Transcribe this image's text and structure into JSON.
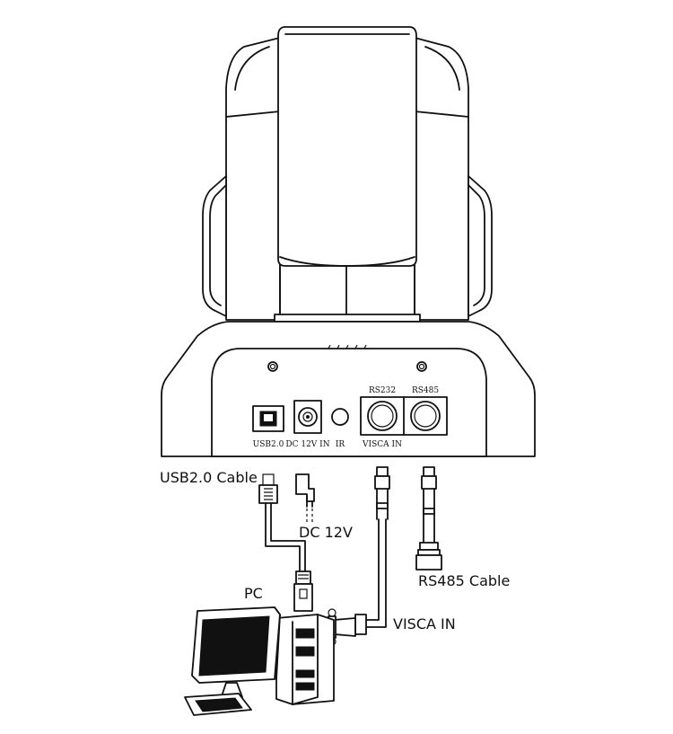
{
  "panel_labels": {
    "usb": "USB2.0",
    "dc": "DC 12V IN",
    "ir": "IR",
    "rs232": "RS232",
    "rs485": "RS485",
    "visca": "VISCA IN"
  },
  "callouts": {
    "usb_cable": "USB2.0 Cable",
    "dc": "DC 12V",
    "pc": "PC",
    "visca": "VISCA IN",
    "rs485_cable": "RS485 Cable"
  }
}
